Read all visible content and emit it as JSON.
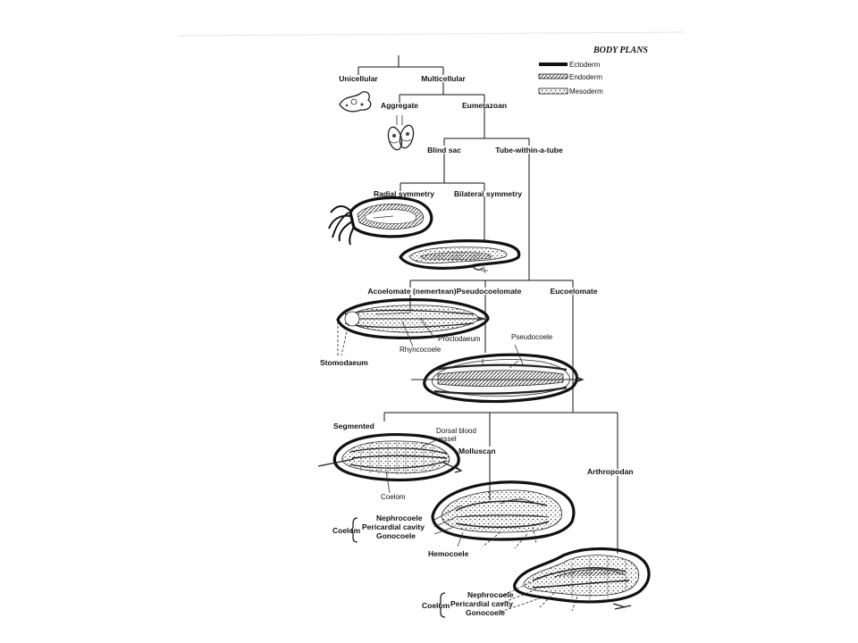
{
  "header": {
    "title": "BODY PLANS"
  },
  "legend": {
    "ectoderm": "Ectoderm",
    "endoderm": "Endoderm",
    "mesoderm": "Mesoderm"
  },
  "tree": {
    "unicellular": "Unicellular",
    "multicellular": "Multicellular",
    "aggregate": "Aggregate",
    "eumetazoan": "Eumetazoan",
    "blind_sac": "Blind sac",
    "tube": "Tube-within-a-tube",
    "radial": "Radial symmetry",
    "bilateral": "Bilateral symmetry",
    "acoelomate": "Acoelomate (nemertean)",
    "pseudocoelomate": "Pseudocoelomate",
    "eucoelomate": "Eucoelomate",
    "segmented": "Segmented",
    "molluscan": "Molluscan",
    "arthropodan": "Arthropodan"
  },
  "annotations": {
    "proctodaeum": "Proctodaeum",
    "rhyncocoele": "Rhyncocoele",
    "stomodaeum": "Stomodaeum",
    "pseudocoele": "Pseudocoele",
    "dorsal_blood_1": "Dorsal blood",
    "dorsal_blood_2": "vessel",
    "coelom": "Coelom",
    "coelom_brace": "Coelom",
    "nephrocoele": "Nephrocoele",
    "pericardial": "Pericardial cavity",
    "gonocoele": "Gonocoele",
    "hemocoele": "Hemocoele",
    "coelom_brace_2": "Coelom",
    "nephrocoele_2": "Nephrocoele",
    "pericardial_2": "Pericardial cavity",
    "gonocoele_2": "Gonocoele"
  }
}
